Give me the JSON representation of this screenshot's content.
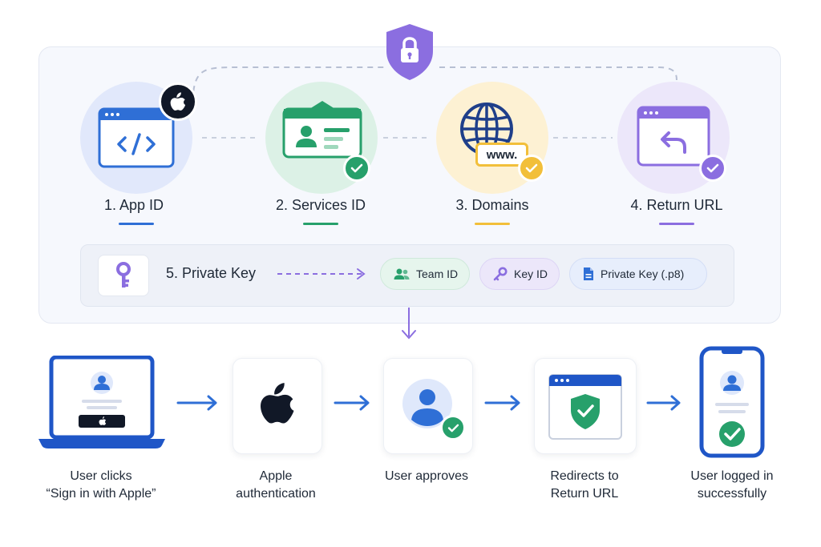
{
  "steps": [
    {
      "label": "1. App ID",
      "accent": "#2f6fd6"
    },
    {
      "label": "2. Services ID",
      "accent": "#27a06b"
    },
    {
      "label": "3. Domains",
      "accent": "#f2bf3a"
    },
    {
      "label": "4. Return URL",
      "accent": "#8b6ee0"
    }
  ],
  "domain_badge_text": "www.",
  "private_key": {
    "title": "5. Private Key",
    "chips": [
      {
        "label": "Team ID",
        "icon": "users-icon"
      },
      {
        "label": "Key ID",
        "icon": "key-icon"
      },
      {
        "label": "Private Key (.p8)",
        "icon": "file-icon"
      }
    ]
  },
  "flow": [
    {
      "line1": "User clicks",
      "line2": "“Sign in with Apple”"
    },
    {
      "line1": "Apple",
      "line2": "authentication"
    },
    {
      "line1": "User approves",
      "line2": ""
    },
    {
      "line1": "Redirects to",
      "line2": "Return URL"
    },
    {
      "line1": "User logged in",
      "line2": "successfully"
    }
  ],
  "colors": {
    "blue": "#2f6fd6",
    "green": "#27a06b",
    "yellow": "#f2bf3a",
    "purple": "#8b6ee0",
    "navy": "#1f3f8a"
  },
  "icons": [
    "shield-lock-icon",
    "apple-logo-icon",
    "browser-code-icon",
    "id-card-icon",
    "globe-icon",
    "return-arrow-icon",
    "check-icon",
    "key-icon",
    "user-icon",
    "shield-check-icon",
    "laptop-icon",
    "phone-icon"
  ]
}
